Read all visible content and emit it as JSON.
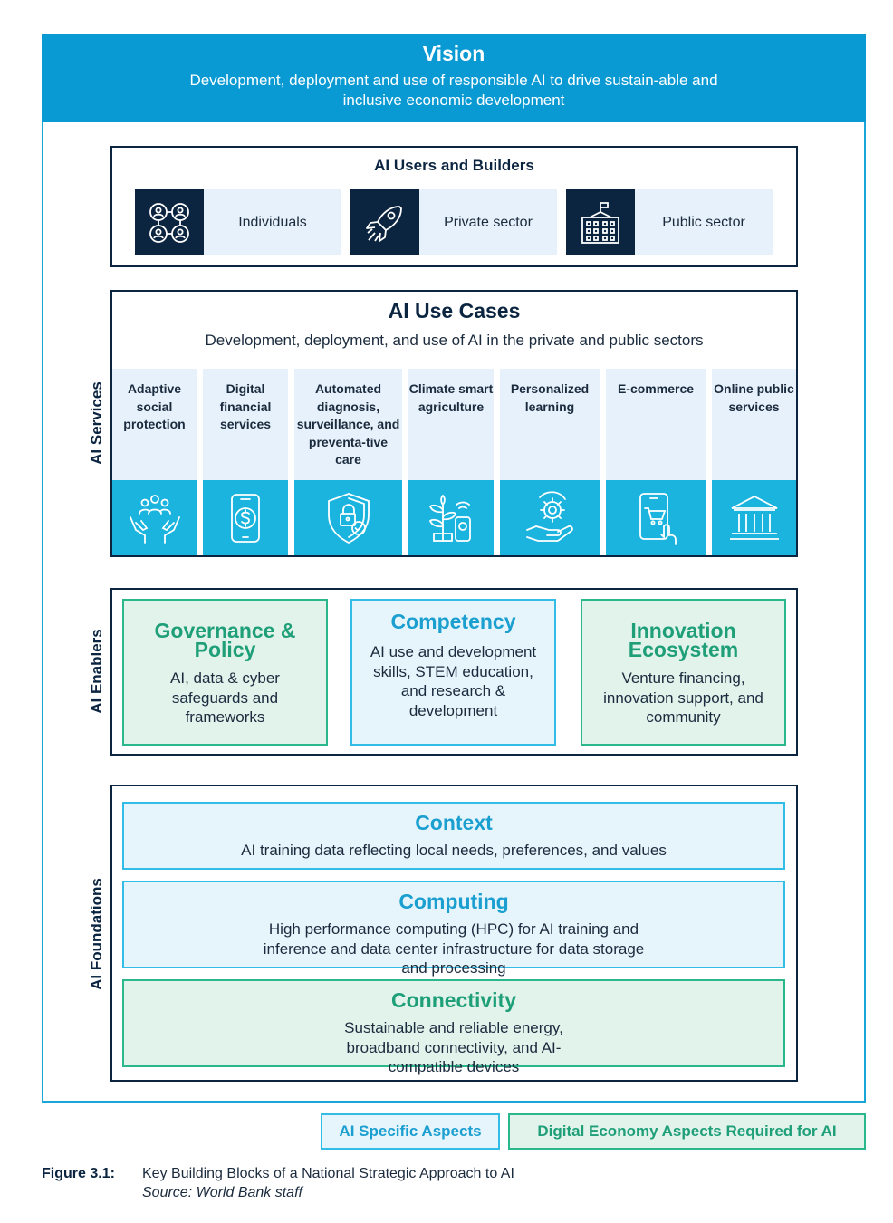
{
  "vision": {
    "title": "Vision",
    "subtitle": "Development, deployment and use of responsible AI to drive sustain-able and inclusive economic development"
  },
  "users": {
    "title": "AI Users and Builders",
    "items": [
      {
        "label": "Individuals",
        "icon": "people-network-icon"
      },
      {
        "label": "Private sector",
        "icon": "rocket-icon"
      },
      {
        "label": "Public sector",
        "icon": "government-building-icon"
      }
    ]
  },
  "use_cases": {
    "side_label": "AI Services",
    "title": "AI Use Cases",
    "subtitle": "Development, deployment, and use of AI in the private and public sectors",
    "items": [
      {
        "label": "Adaptive social protection",
        "icon": "hands-people-icon"
      },
      {
        "label": "Digital financial services",
        "icon": "mobile-money-icon"
      },
      {
        "label": "Automated diagnosis, surveillance, and preventa-tive care",
        "icon": "shield-lock-icon"
      },
      {
        "label": "Climate smart agriculture",
        "icon": "plant-sensor-icon"
      },
      {
        "label": "Personalized learning",
        "icon": "hand-gear-icon"
      },
      {
        "label": "E-commerce",
        "icon": "phone-cart-icon"
      },
      {
        "label": "Online public services",
        "icon": "bank-building-icon"
      }
    ]
  },
  "enablers": {
    "side_label": "AI Enablers",
    "items": [
      {
        "title": "Governance & Policy",
        "desc": "AI, data & cyber safeguards and frameworks"
      },
      {
        "title": "Competency",
        "desc": "AI use and development skills, STEM education, and research & development"
      },
      {
        "title": "Innovation Ecosystem",
        "desc": "Venture financing, innovation support, and community"
      }
    ]
  },
  "foundations": {
    "side_label": "AI Foundations",
    "items": [
      {
        "title": "Context",
        "desc": "AI training data reflecting local needs, preferences, and values"
      },
      {
        "title": "Computing",
        "desc": "High performance computing (HPC) for AI training and inference and data center infrastructure for data storage and processing"
      },
      {
        "title": "Connectivity",
        "desc": "Sustainable and reliable energy, broadband connectivity, and AI-compatible devices"
      }
    ]
  },
  "legend": {
    "specific": "AI Specific Aspects",
    "digital": "Digital Economy Aspects Required for AI"
  },
  "caption": {
    "number": "Figure 3.1:",
    "text": "Key Building Blocks of a National Strategic Approach to AI",
    "source": "Source: World Bank staff"
  },
  "colors": {
    "vision_blue": "#0a9ad3",
    "navy": "#0b2541",
    "green": "#1e9f78",
    "light_blue": "#1a9fd0",
    "icon_band": "#1ab4df"
  }
}
